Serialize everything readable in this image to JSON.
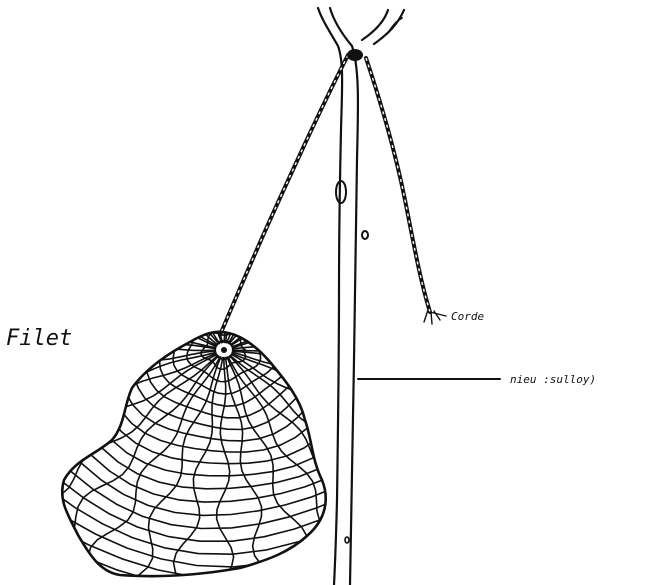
{
  "labels": {
    "net": "Filet",
    "rope": "Corde",
    "pole": "nieu :sulloy)"
  },
  "colors": {
    "ink": "#111111",
    "background": "#ffffff"
  }
}
